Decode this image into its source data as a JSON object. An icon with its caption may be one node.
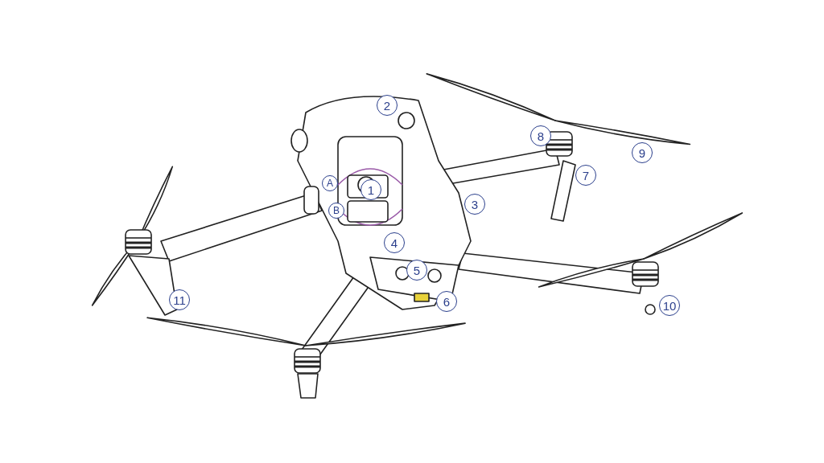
{
  "diagram": {
    "labels": [
      "2",
      "8",
      "9",
      "7",
      "A",
      "1",
      "3",
      "B",
      "4",
      "5",
      "11",
      "6",
      "10"
    ]
  }
}
